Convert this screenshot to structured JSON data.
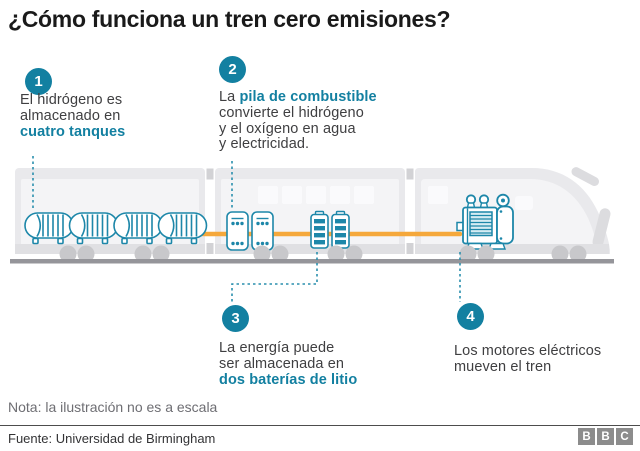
{
  "title": "¿Cómo funciona un tren cero emisiones?",
  "colors": {
    "teal": "#1380A1",
    "icon_stroke": "#1D87A9",
    "orange": "#F5A83B",
    "train_body": "#E9E9EC",
    "ground": "#95959A"
  },
  "callouts": [
    {
      "number": "1",
      "line1": "El hidrógeno es",
      "line2": "almacenado en",
      "highlight": "cuatro tanques"
    },
    {
      "number": "2",
      "line1_prefix": "La ",
      "line1_highlight": "pila de combustible",
      "line2": "convierte el hidrógeno",
      "line3": "y el oxígeno en agua",
      "line4": "y electricidad."
    },
    {
      "number": "3",
      "line1": "La energía puede",
      "line2": "ser almacenada en",
      "highlight": "dos baterías de litio"
    },
    {
      "number": "4",
      "line1": "Los motores eléctricos",
      "line2": "mueven el tren"
    }
  ],
  "illustration": {
    "icons": [
      "hydrogen-tank-icon",
      "fuel-cell-icon",
      "lithium-battery-icon",
      "electric-motor-icon",
      "power-cable-line",
      "train-cars",
      "wheel-bogie",
      "ground-line"
    ]
  },
  "note": "Nota: la ilustración no es a escala",
  "source": "Fuente: Universidad de Birmingham",
  "logo": {
    "letters": [
      "B",
      "B",
      "C"
    ]
  }
}
